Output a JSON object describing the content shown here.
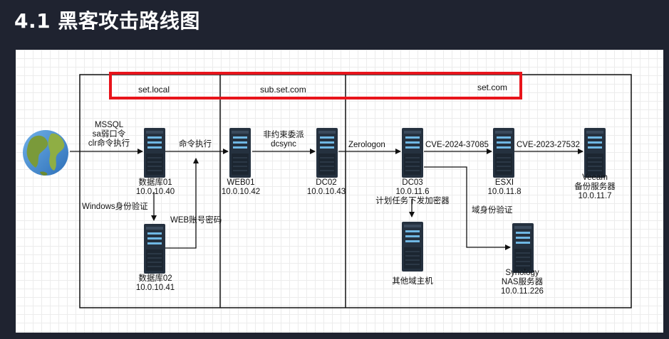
{
  "heading": "4.1 黑客攻击路线图",
  "zones": {
    "left": "set.local",
    "middle": "sub.set.com",
    "right": "set.com"
  },
  "nodes": {
    "db01": {
      "name": "数据库01",
      "ip": "10.0.10.40"
    },
    "db02": {
      "name": "数据库02",
      "ip": "10.0.10.41"
    },
    "web01": {
      "name": "WEB01",
      "ip": "10.0.10.42"
    },
    "dc02": {
      "name": "DC02",
      "ip": "10.0.10.43"
    },
    "dc03": {
      "name": "DC03",
      "ip": "10.0.11.6"
    },
    "esxi": {
      "name": "ESXI",
      "ip": "10.0.11.8"
    },
    "veeam": {
      "name": "Veeam",
      "role": "备份服务器",
      "ip": "10.0.11.7"
    },
    "other": {
      "name": "其他域主机"
    },
    "nas": {
      "name": "Synology",
      "role": "NAS服务器",
      "ip": "10.0.11.226"
    }
  },
  "edges": {
    "internet_db01": [
      "MSSQL",
      "sa弱口令",
      "clr命令执行"
    ],
    "db01_web01": "命令执行",
    "db01_db02": "Windows身份验证",
    "db02_web01": "WEB账号密码",
    "web01_dc02": [
      "非约束委派",
      "dcsync"
    ],
    "dc02_dc03": "Zerologon",
    "dc03_esxi": "CVE-2024-37085",
    "esxi_veeam": "CVE-2023-27532",
    "dc03_other": "计划任务下发加密器",
    "dc03_nas": "域身份验证"
  },
  "colors": {
    "highlight": "#e8141b",
    "server": "#25313f",
    "server_slot": "#6fb7e3"
  }
}
